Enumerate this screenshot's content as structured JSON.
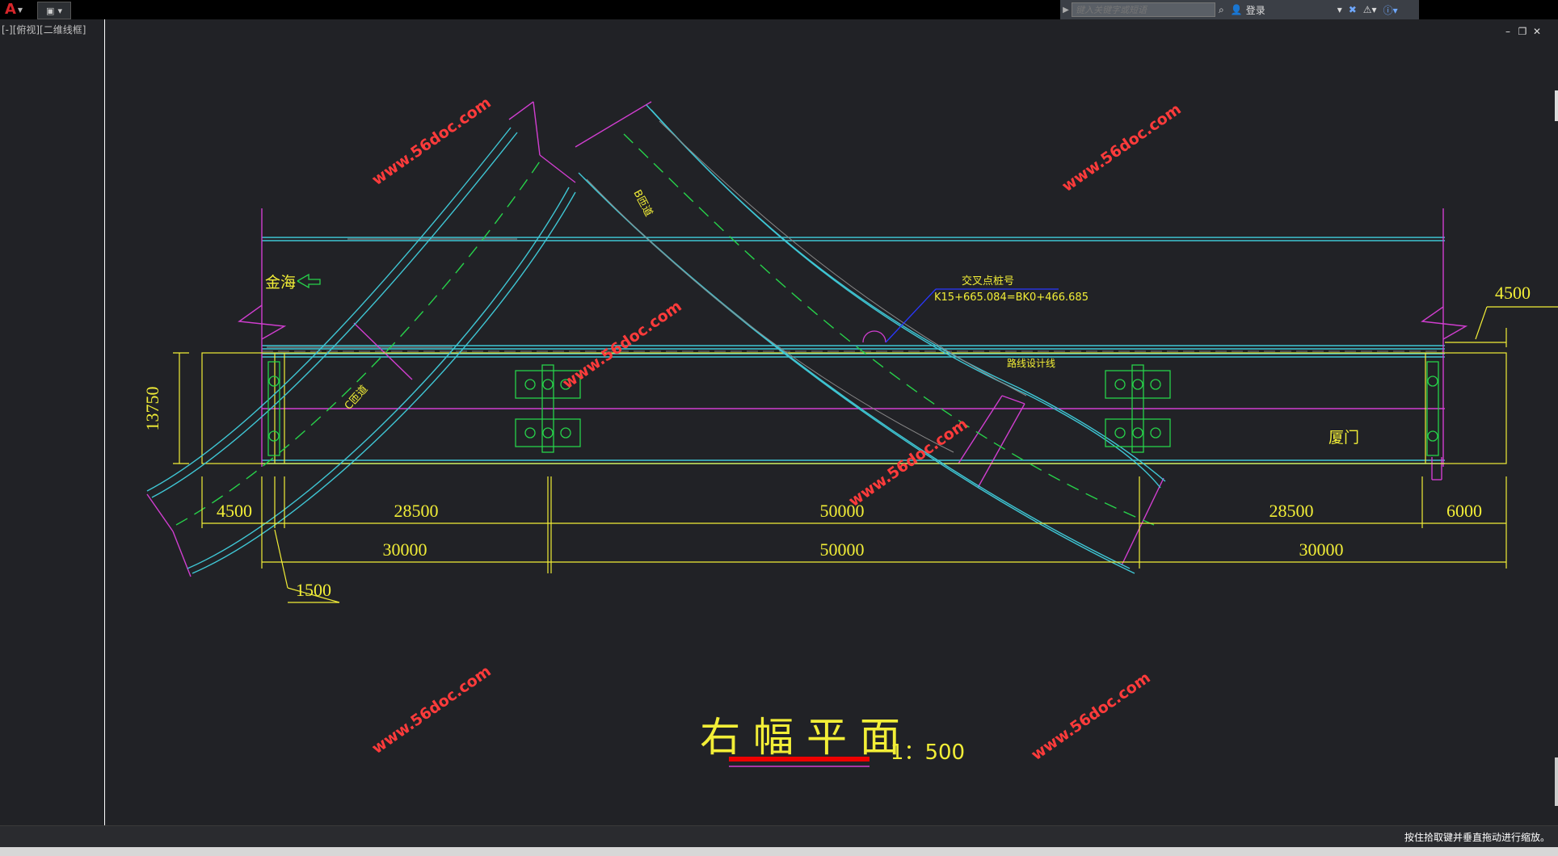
{
  "app": {
    "menu_icon": "autocad-logo-icon",
    "qat_icon": "save-icon"
  },
  "infocenter": {
    "search_placeholder": "键入关键字或短语",
    "login_label": "登录",
    "icons": [
      "binoculars-icon",
      "user-icon",
      "exchange-icon",
      "a360-icon",
      "help-icon"
    ]
  },
  "viewport": {
    "label": "[-][俯视][二维线框]"
  },
  "window_controls": {
    "minimize": "–",
    "restore": "❐",
    "close": "✕"
  },
  "drawing": {
    "title": "右 幅 平 面",
    "scale": "1：500",
    "dims": {
      "height_13750": "13750",
      "left_4500": "4500",
      "top_28500_a": "28500",
      "top_50000": "50000",
      "top_28500_b": "28500",
      "right_6000": "6000",
      "bot_30000_a": "30000",
      "bot_50000": "50000",
      "bot_30000_b": "30000",
      "leader_1500": "1500",
      "top_right_4500": "4500"
    },
    "labels": {
      "jinhai": "金海",
      "xiamen": "厦门",
      "cross_title": "交叉点桩号",
      "cross_value": "K15+665.084=BK0+466.685",
      "design_line": "路线设计线",
      "c_ramp": "C匝道",
      "b_ramp": "B匝道"
    },
    "watermark": "www.56doc.com"
  },
  "colors": {
    "cyan": "#3fc6d4",
    "yellow": "#f2ee37",
    "magenta": "#d13ed0",
    "green": "#27d24a",
    "red": "#ff3b3b",
    "title_red": "#ee0000"
  },
  "status": {
    "message": "按住拾取键并垂直拖动进行缩放。"
  }
}
